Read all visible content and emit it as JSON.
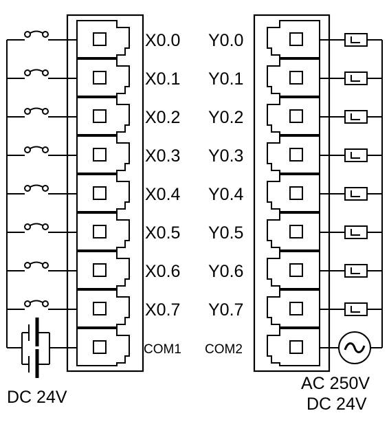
{
  "inputs": {
    "labels": [
      "X0.0",
      "X0.1",
      "X0.2",
      "X0.3",
      "X0.4",
      "X0.5",
      "X0.6",
      "X0.7"
    ],
    "common_label": "COM1",
    "power_label": "DC 24V",
    "device_icon": "switch-contact-icon",
    "supply_icon": "dc-battery-icon"
  },
  "outputs": {
    "labels": [
      "Y0.0",
      "Y0.1",
      "Y0.2",
      "Y0.3",
      "Y0.4",
      "Y0.5",
      "Y0.6",
      "Y0.7"
    ],
    "common_label": "COM2",
    "power_label_1": "AC 250V",
    "power_label_2": "DC 24V",
    "device_icon": "load-relay-icon",
    "supply_icon": "ac-source-icon"
  },
  "colors": {
    "stroke": "#000000",
    "background": "#ffffff"
  }
}
